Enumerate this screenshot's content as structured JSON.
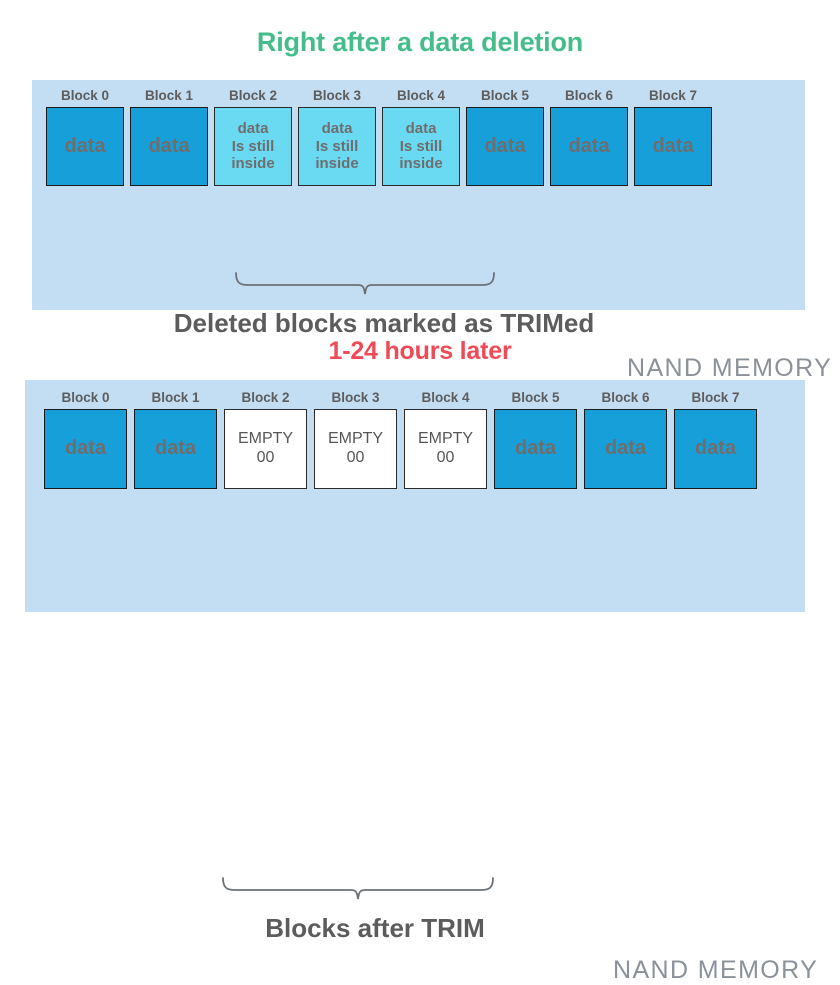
{
  "figure": {
    "subject": "SSD TRIM operation on NAND memory blocks",
    "background_color": "#ffffff"
  },
  "colors": {
    "title_green": "#44bd8b",
    "title_red": "#ef4a55",
    "panel_background": "#c3ddf2",
    "block_data_fill": "#179fd9",
    "block_trimmed_fill": "#6ad9f2",
    "block_empty_fill": "#ffffff",
    "block_border": "#1a1a1a",
    "text_gray": "#5c5c5c",
    "watermark_gray": "#8b9199"
  },
  "panels": [
    {
      "id": "after-deletion",
      "title": "Right after a data deletion",
      "title_color": "#44bd8b",
      "caption": "Deleted blocks marked as TRIMed",
      "watermark": "NAND MEMORY",
      "brace_spans_blocks": [
        2,
        3,
        4
      ],
      "blocks": [
        {
          "label": "Block 0",
          "kind": "data",
          "lines": [
            "data"
          ]
        },
        {
          "label": "Block 1",
          "kind": "data",
          "lines": [
            "data"
          ]
        },
        {
          "label": "Block 2",
          "kind": "trimmed",
          "lines": [
            "data",
            "Is still",
            "inside"
          ]
        },
        {
          "label": "Block 3",
          "kind": "trimmed",
          "lines": [
            "data",
            "Is still",
            "inside"
          ]
        },
        {
          "label": "Block 4",
          "kind": "trimmed",
          "lines": [
            "data",
            "Is still",
            "inside"
          ]
        },
        {
          "label": "Block 5",
          "kind": "data",
          "lines": [
            "data"
          ]
        },
        {
          "label": "Block 6",
          "kind": "data",
          "lines": [
            "data"
          ]
        },
        {
          "label": "Block 7",
          "kind": "data",
          "lines": [
            "data"
          ]
        }
      ]
    },
    {
      "id": "hours-later",
      "title": "1-24 hours later",
      "title_color": "#ef4a55",
      "caption": "Blocks after TRIM",
      "watermark": "NAND MEMORY",
      "brace_spans_blocks": [
        2,
        3,
        4
      ],
      "blocks": [
        {
          "label": "Block 0",
          "kind": "data",
          "lines": [
            "data"
          ]
        },
        {
          "label": "Block 1",
          "kind": "data",
          "lines": [
            "data"
          ]
        },
        {
          "label": "Block 2",
          "kind": "empty",
          "lines": [
            "EMPTY",
            "00"
          ]
        },
        {
          "label": "Block 3",
          "kind": "empty",
          "lines": [
            "EMPTY",
            "00"
          ]
        },
        {
          "label": "Block 4",
          "kind": "empty",
          "lines": [
            "EMPTY",
            "00"
          ]
        },
        {
          "label": "Block 5",
          "kind": "data",
          "lines": [
            "data"
          ]
        },
        {
          "label": "Block 6",
          "kind": "data",
          "lines": [
            "data"
          ]
        },
        {
          "label": "Block 7",
          "kind": "data",
          "lines": [
            "data"
          ]
        }
      ]
    }
  ]
}
